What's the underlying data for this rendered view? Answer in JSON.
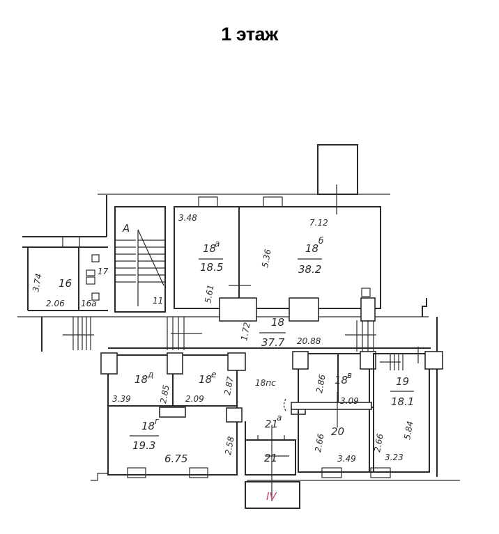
{
  "title": "1 этаж",
  "plan": {
    "rooms": [
      {
        "id": "16",
        "number": "16",
        "area": null,
        "dims": [
          "3.74",
          "2.06"
        ]
      },
      {
        "id": "16a",
        "number": "16а",
        "area": null
      },
      {
        "id": "17",
        "number": "17",
        "area": null
      },
      {
        "id": "A",
        "number": "А",
        "area": null,
        "type": "staircase"
      },
      {
        "id": "11",
        "number": "11",
        "area": null
      },
      {
        "id": "18a",
        "number": "18а",
        "area": "18.5",
        "dims": [
          "3.48",
          "5.61"
        ]
      },
      {
        "id": "18b",
        "number": "18б",
        "area": "38.2",
        "dims": [
          "7.12",
          "5.36"
        ]
      },
      {
        "id": "18",
        "number": "18",
        "area": "37.7",
        "dims": [
          "20.88",
          "1.72"
        ]
      },
      {
        "id": "18d",
        "number": "18д",
        "area": null,
        "dims": [
          "3.39",
          "2.85"
        ]
      },
      {
        "id": "18e",
        "number": "18е",
        "area": null,
        "dims": [
          "2.09",
          "2.87"
        ]
      },
      {
        "id": "18g",
        "number": "18г",
        "area": "19.3",
        "dims": [
          "6.75",
          "2.58"
        ]
      },
      {
        "id": "18ne",
        "number": "18пс",
        "area": null
      },
      {
        "id": "18v",
        "number": "18в",
        "area": null,
        "dims": [
          "2.86",
          "3.09"
        ]
      },
      {
        "id": "19",
        "number": "19",
        "area": "18.1",
        "dims": [
          "5.84",
          "3.23"
        ]
      },
      {
        "id": "20",
        "number": "20",
        "area": null,
        "dims": [
          "2.66",
          "3.49"
        ]
      },
      {
        "id": "21a",
        "number": "21а",
        "area": null
      },
      {
        "id": "21",
        "number": "21",
        "area": null
      },
      {
        "id": "IV",
        "number": "IV",
        "area": null,
        "color": "#c2456b"
      }
    ],
    "labels": {
      "r16": "16",
      "r16_d1": "3.74",
      "r16_d2": "2.06",
      "r16a": "16a",
      "r17": "17",
      "stairA": "А",
      "r11": "11",
      "r18a_num": "18",
      "r18a_sup": "a",
      "r18a_area": "18.5",
      "r18a_d1": "3.48",
      "r18a_d2": "5.61",
      "r18b_num": "18",
      "r18b_sup": "б",
      "r18b_area": "38.2",
      "r18b_d1": "7.12",
      "r18b_d2": "5.36",
      "r18_num": "18",
      "r18_area": "37.7",
      "r18_d1": "20.88",
      "r18_d2": "1.72",
      "r18d_num": "18",
      "r18d_sup": "д",
      "r18d_d1": "3.39",
      "r18d_d2": "2.85",
      "r18e_num": "18",
      "r18e_sup": "е",
      "r18e_d1": "2.09",
      "r18e_d2": "2.87",
      "r18g_num": "18",
      "r18g_sup": "г",
      "r18g_area": "19.3",
      "r18g_d1": "6.75",
      "r18g_d2": "2.58",
      "r18ne": "18пс",
      "r18v_num": "18",
      "r18v_sup": "в",
      "r18v_d1": "2.86",
      "r18v_d2": "3.09",
      "r19_num": "19",
      "r19_area": "18.1",
      "r19_d1": "5.84",
      "r19_d2": "3.23",
      "r20": "20",
      "r20_d1": "2.66",
      "r20_d2": "3.49",
      "r19_d3": "2.66",
      "r21a_num": "21",
      "r21a_sup": "a",
      "r21": "21",
      "rIV": "IV"
    }
  }
}
